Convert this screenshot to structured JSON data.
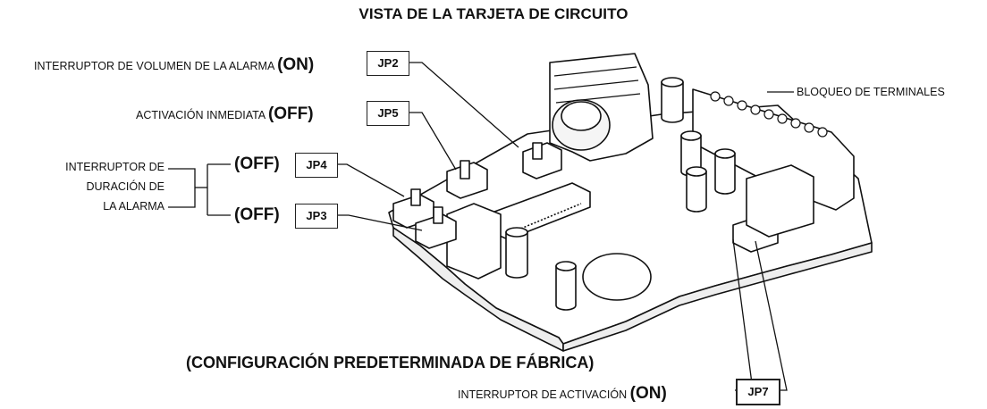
{
  "title": "VISTA DE LA TARJETA DE CIRCUITO",
  "footer": "(CONFIGURACIÓN PREDETERMINADA DE FÁBRICA)",
  "labels": {
    "volumen": {
      "text": "INTERRUPTOR DE VOLUMEN DE LA ALARMA",
      "state": "(ON)",
      "jumper": "JP2"
    },
    "inmediata": {
      "text": "ACTIVACIÓN INMEDIATA",
      "state": "(OFF)",
      "jumper": "JP5"
    },
    "duracion": {
      "line1": "INTERRUPTOR DE",
      "line2": "DURACIÓN DE",
      "line3": "LA ALARMA"
    },
    "jp4": {
      "state": "(OFF)",
      "jumper": "JP4"
    },
    "jp3": {
      "state": "(OFF)",
      "jumper": "JP3"
    },
    "terminales": {
      "text": "BLOQUEO DE TERMINALES"
    },
    "activacion": {
      "text": "INTERRUPTOR DE ACTIVACIÓN",
      "state": "(ON)",
      "jumper": "JP7"
    }
  }
}
